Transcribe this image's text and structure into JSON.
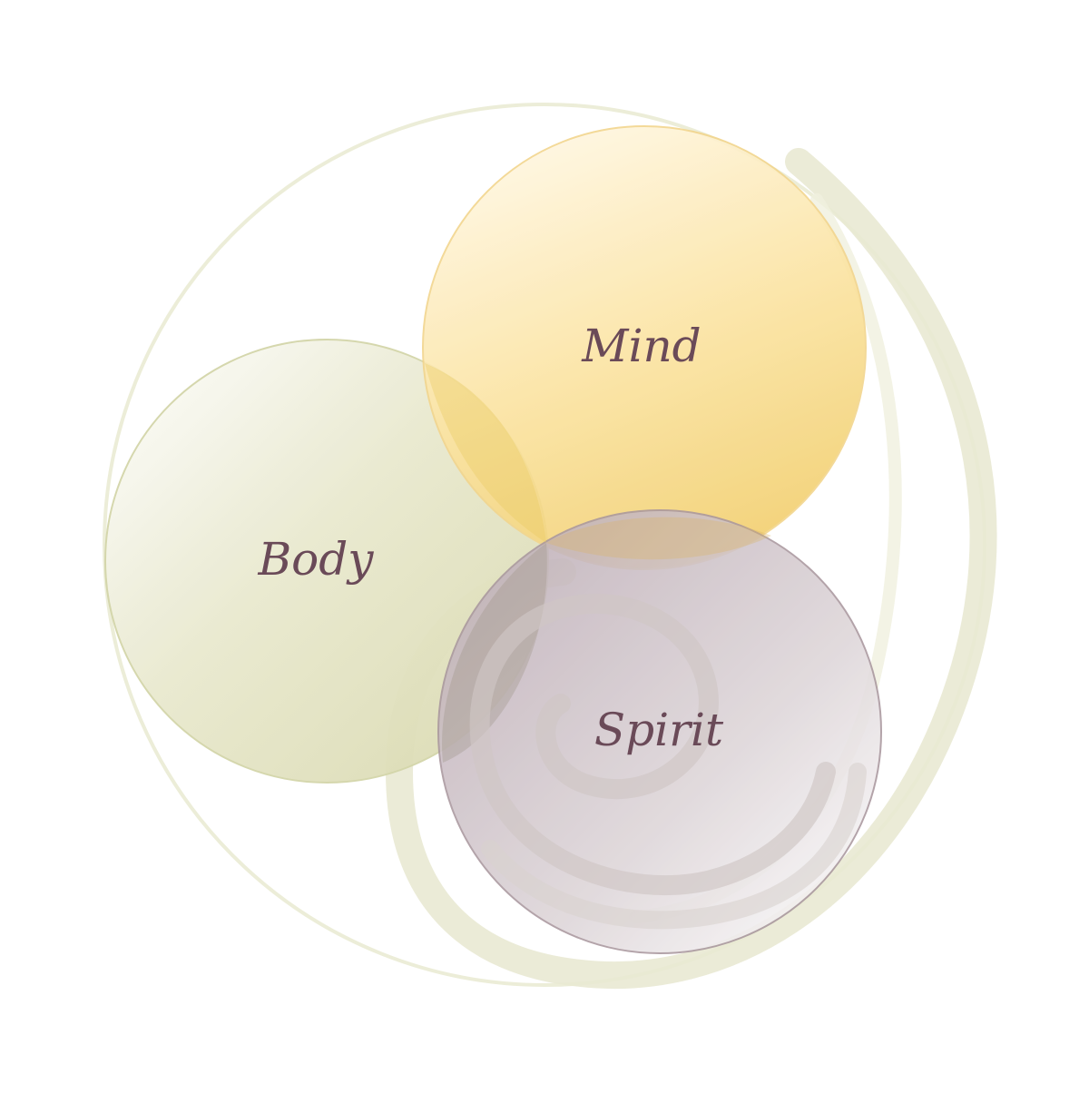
{
  "diagram": {
    "circles": [
      {
        "id": "body",
        "label": "Body"
      },
      {
        "id": "mind",
        "label": "Mind"
      },
      {
        "id": "spirit",
        "label": "Spirit"
      }
    ]
  },
  "colors": {
    "outline_ring": "#ecedd8",
    "swirl": "#e7e7d2",
    "body_fill_light": "#fbfbf3",
    "body_fill_dark": "#dcdcb6",
    "body_stroke": "#d3d5a9",
    "mind_fill_light": "#fff7e2",
    "mind_fill_dark": "#f4d27a",
    "mind_stroke": "#f2d58d",
    "spirit_fill_light": "#f8f6f6",
    "spirit_fill_dark": "#bfb0b8",
    "spirit_stroke": "#a9979e",
    "label_text": "#6a4a58"
  }
}
